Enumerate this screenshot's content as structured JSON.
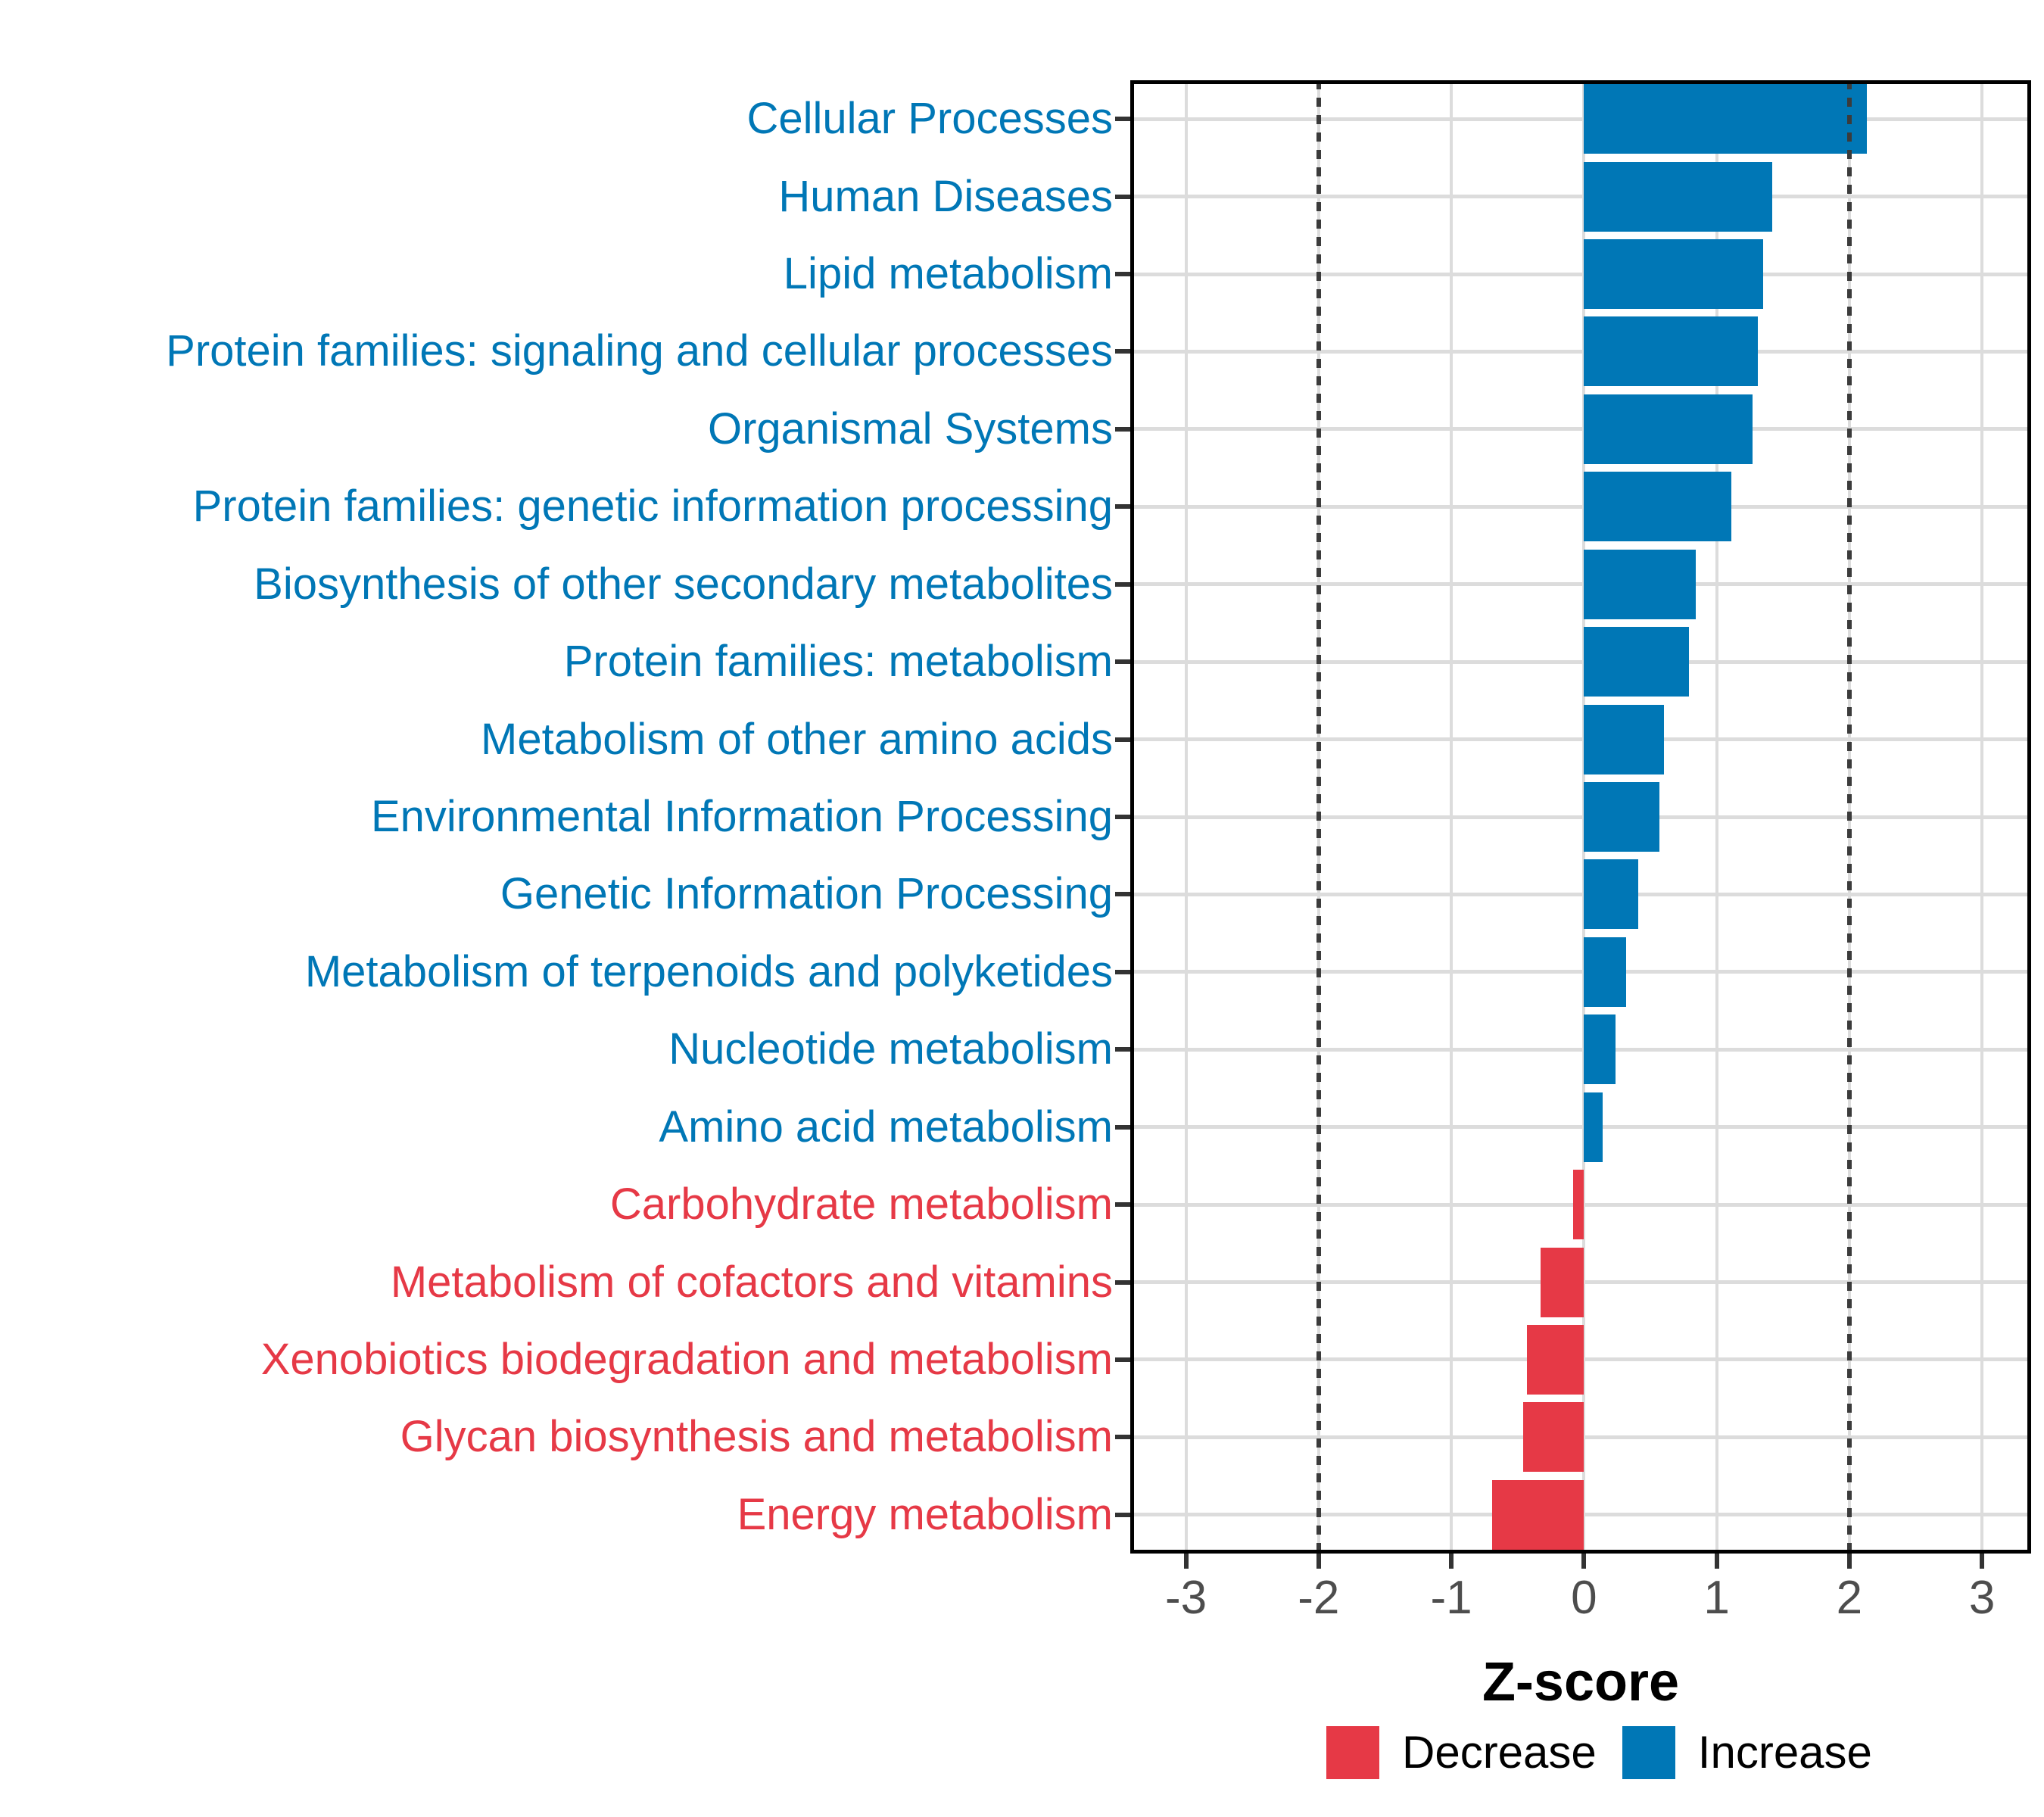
{
  "chart_data": {
    "type": "bar",
    "orientation": "horizontal",
    "title": "",
    "xlabel": "Z-score",
    "ylabel": "",
    "x_ticks": [
      -3,
      -2,
      -1,
      0,
      1,
      2,
      3
    ],
    "xlim": [
      -3.42,
      3.37
    ],
    "reference_lines": [
      -2,
      2
    ],
    "grid": true,
    "legend_position": "bottom-right",
    "categories": [
      "Cellular Processes",
      "Human Diseases",
      "Lipid metabolism",
      "Protein families: signaling and cellular processes",
      "Organismal Systems",
      "Protein families: genetic information processing",
      "Biosynthesis of other secondary metabolites",
      "Protein families: metabolism",
      "Metabolism of other amino acids",
      "Environmental Information Processing",
      "Genetic Information Processing",
      "Metabolism of terpenoids and polyketides",
      "Nucleotide metabolism",
      "Amino acid metabolism",
      "Carbohydrate metabolism",
      "Metabolism of cofactors and vitamins",
      "Xenobiotics biodegradation and metabolism",
      "Glycan biosynthesis and metabolism",
      "Energy metabolism"
    ],
    "values": [
      2.13,
      1.42,
      1.35,
      1.31,
      1.27,
      1.11,
      0.84,
      0.79,
      0.6,
      0.57,
      0.41,
      0.32,
      0.24,
      0.14,
      -0.08,
      -0.33,
      -0.43,
      -0.46,
      -0.69
    ],
    "directions": [
      "increase",
      "increase",
      "increase",
      "increase",
      "increase",
      "increase",
      "increase",
      "increase",
      "increase",
      "increase",
      "increase",
      "increase",
      "increase",
      "increase",
      "decrease",
      "decrease",
      "decrease",
      "decrease",
      "decrease"
    ],
    "colors": {
      "increase": "#0077B6",
      "decrease": "#E63946",
      "gridline": "#DCDCDC",
      "reference_line": "#3B3B3B",
      "tick_label": "#4D4D4D",
      "axis": "#000000",
      "background": "#FFFFFF"
    },
    "legend": [
      {
        "label": "Decrease",
        "key": "decrease"
      },
      {
        "label": "Increase",
        "key": "increase"
      }
    ]
  }
}
